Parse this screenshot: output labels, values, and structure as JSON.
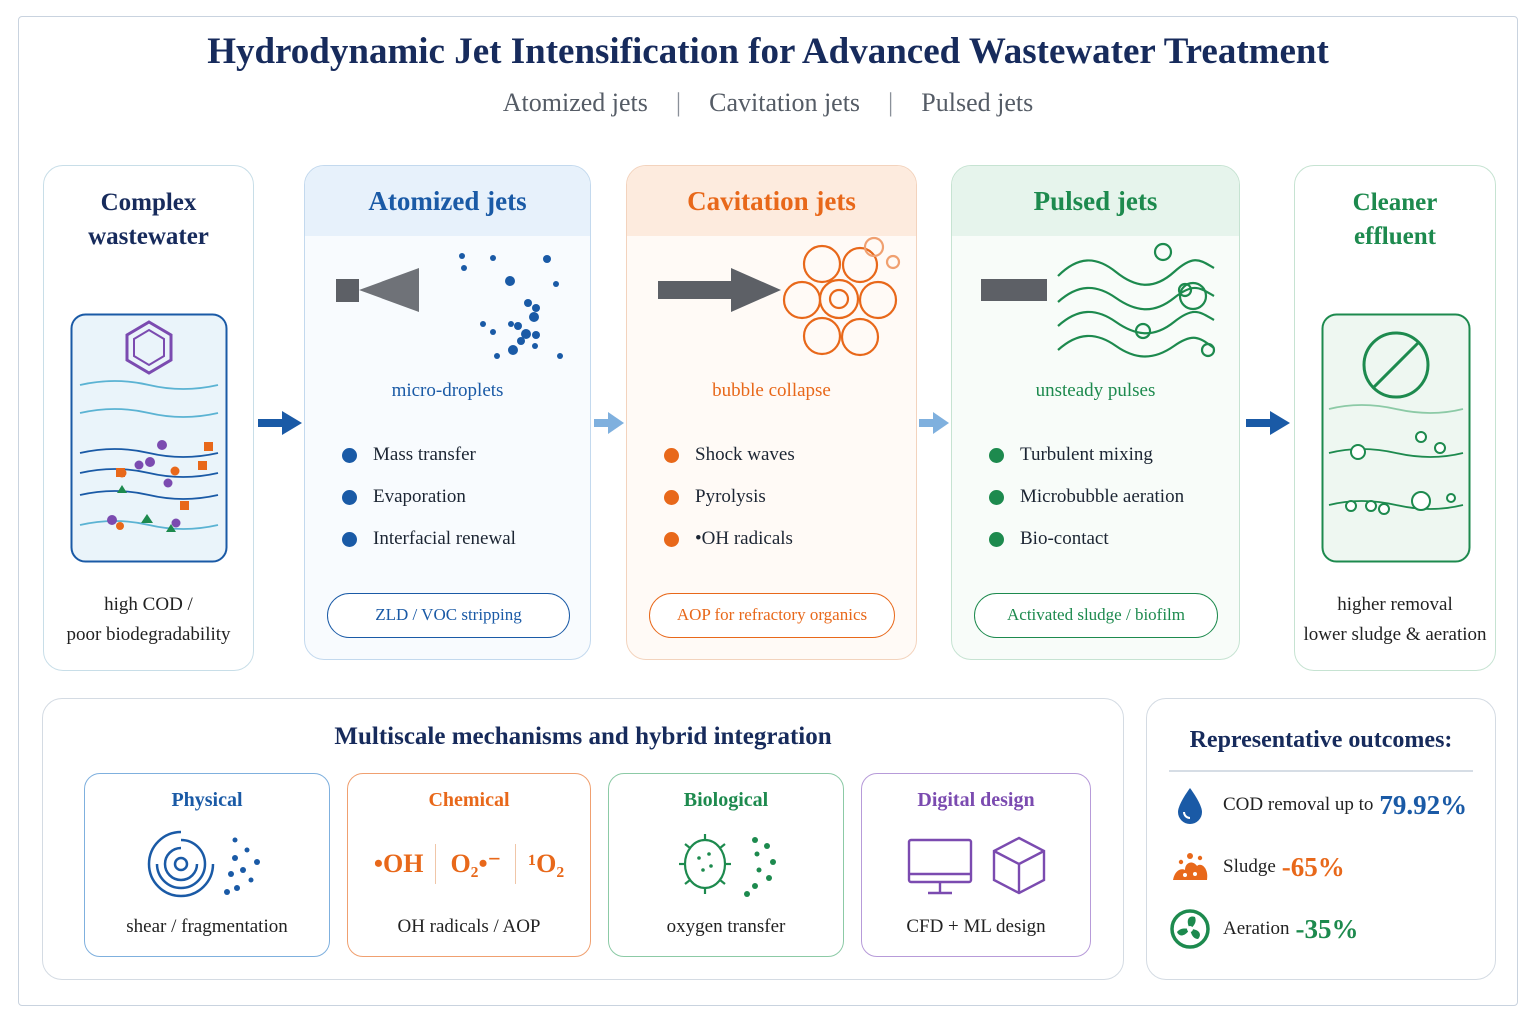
{
  "header": {
    "title": "Hydrodynamic Jet Intensification for Advanced Wastewater Treatment",
    "subtitle_items": [
      "Atomized jets",
      "Cavitation jets",
      "Pulsed jets"
    ],
    "separator": "|"
  },
  "input": {
    "title_line1": "Complex",
    "title_line2": "wastewater",
    "caption_line1": "high COD /",
    "caption_line2": "poor biodegradability"
  },
  "jets": [
    {
      "title": "Atomized jets",
      "mechanism": "micro-droplets",
      "effects": [
        "Mass transfer",
        "Evaporation",
        "Interfacial renewal"
      ],
      "application": "ZLD / VOC stripping"
    },
    {
      "title": "Cavitation jets",
      "mechanism": "bubble collapse",
      "effects": [
        "Shock waves",
        "Pyrolysis",
        "•OH radicals"
      ],
      "application": "AOP for refractory organics"
    },
    {
      "title": "Pulsed jets",
      "mechanism": "unsteady pulses",
      "effects": [
        "Turbulent mixing",
        "Microbubble aeration",
        "Bio-contact"
      ],
      "application": "Activated sludge / biofilm"
    }
  ],
  "output": {
    "title_line1": "Cleaner",
    "title_line2": "effluent",
    "caption_line1": "higher removal",
    "caption_line2": "lower sludge & aeration"
  },
  "mechanisms": {
    "title": "Multiscale mechanisms and hybrid integration",
    "cards": [
      {
        "title": "Physical",
        "caption": "shear / fragmentation"
      },
      {
        "title": "Chemical",
        "caption": "OH radicals / AOP",
        "species": [
          "•OH",
          "O₂•⁻",
          "¹O₂"
        ]
      },
      {
        "title": "Biological",
        "caption": "oxygen transfer"
      },
      {
        "title": "Digital design",
        "caption": "CFD + ML design"
      }
    ]
  },
  "outcomes": {
    "title": "Representative outcomes:",
    "items": [
      {
        "label": "COD removal up to",
        "value": "79.92%",
        "icon": "water-drop-icon"
      },
      {
        "label": "Sludge",
        "value": "-65%",
        "icon": "sludge-icon"
      },
      {
        "label": "Aeration",
        "value": "-35%",
        "icon": "fan-icon"
      }
    ]
  },
  "colors": {
    "blue": "#1a5aa6",
    "orange": "#e8681a",
    "green": "#1d8a4e",
    "purple": "#7b4bb0",
    "navy": "#172b5c"
  }
}
